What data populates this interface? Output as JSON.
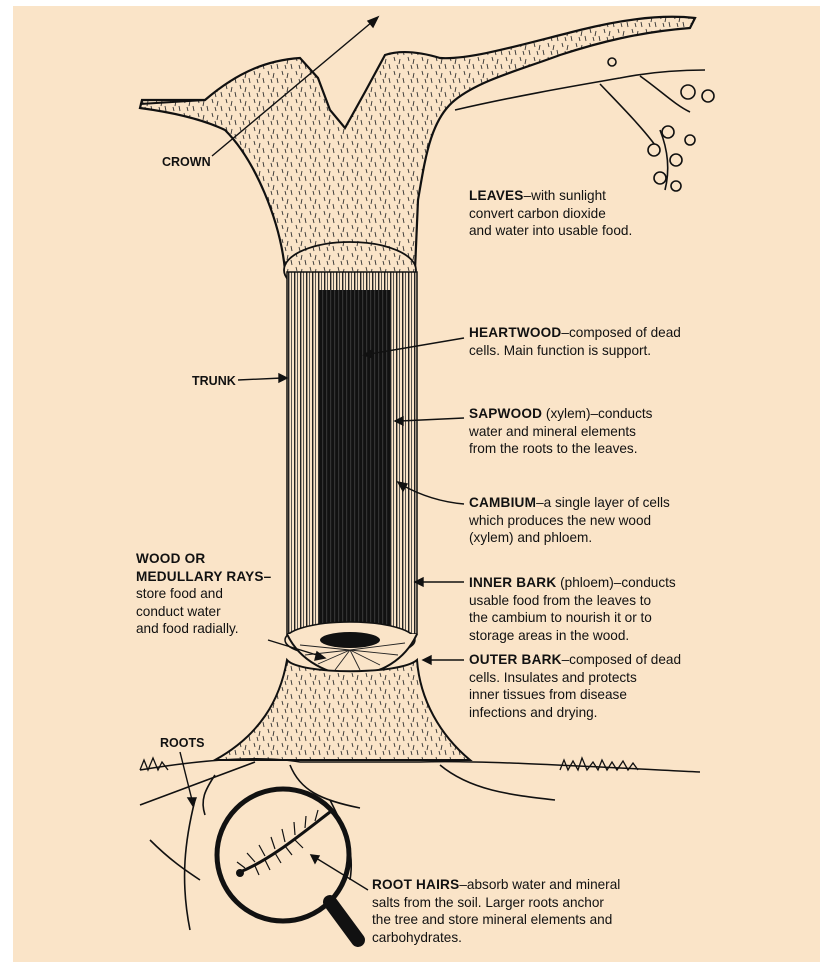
{
  "labels": {
    "crown": "CROWN",
    "trunk": "TRUNK",
    "roots": "ROOTS",
    "wood_rays_heading": "WOOD OR\nMEDULLARY RAYS–",
    "wood_rays_text": "store food and\nconduct water\nand food radially.",
    "leaves_heading": "LEAVES",
    "leaves_text": "–with sunlight\nconvert carbon dioxide\nand water into usable food.",
    "heartwood_heading": "HEARTWOOD",
    "heartwood_text": "–composed of dead\ncells. Main function is support.",
    "sapwood_heading": "SAPWOOD",
    "sapwood_text": " (xylem)–conducts\nwater and mineral elements\nfrom the roots to the leaves.",
    "cambium_heading": "CAMBIUM",
    "cambium_text": "–a single layer of cells\nwhich produces the new wood\n(xylem) and phloem.",
    "inner_bark_heading": "INNER BARK",
    "inner_bark_text": " (phloem)–conducts\nusable food from the leaves to\nthe cambium to nourish it or to\nstorage areas in the wood.",
    "outer_bark_heading": "OUTER BARK",
    "outer_bark_text": "–composed of dead\ncells. Insulates and protects\ninner tissues from disease\ninfections and drying.",
    "root_hairs_heading": "ROOT HAIRS",
    "root_hairs_text": "–absorb water and mineral\nsalts from the soil. Larger roots anchor\nthe tree and store mineral elements and\ncarbohydrates."
  },
  "colors": {
    "background": "#fae4c8",
    "ink": "#111111"
  }
}
